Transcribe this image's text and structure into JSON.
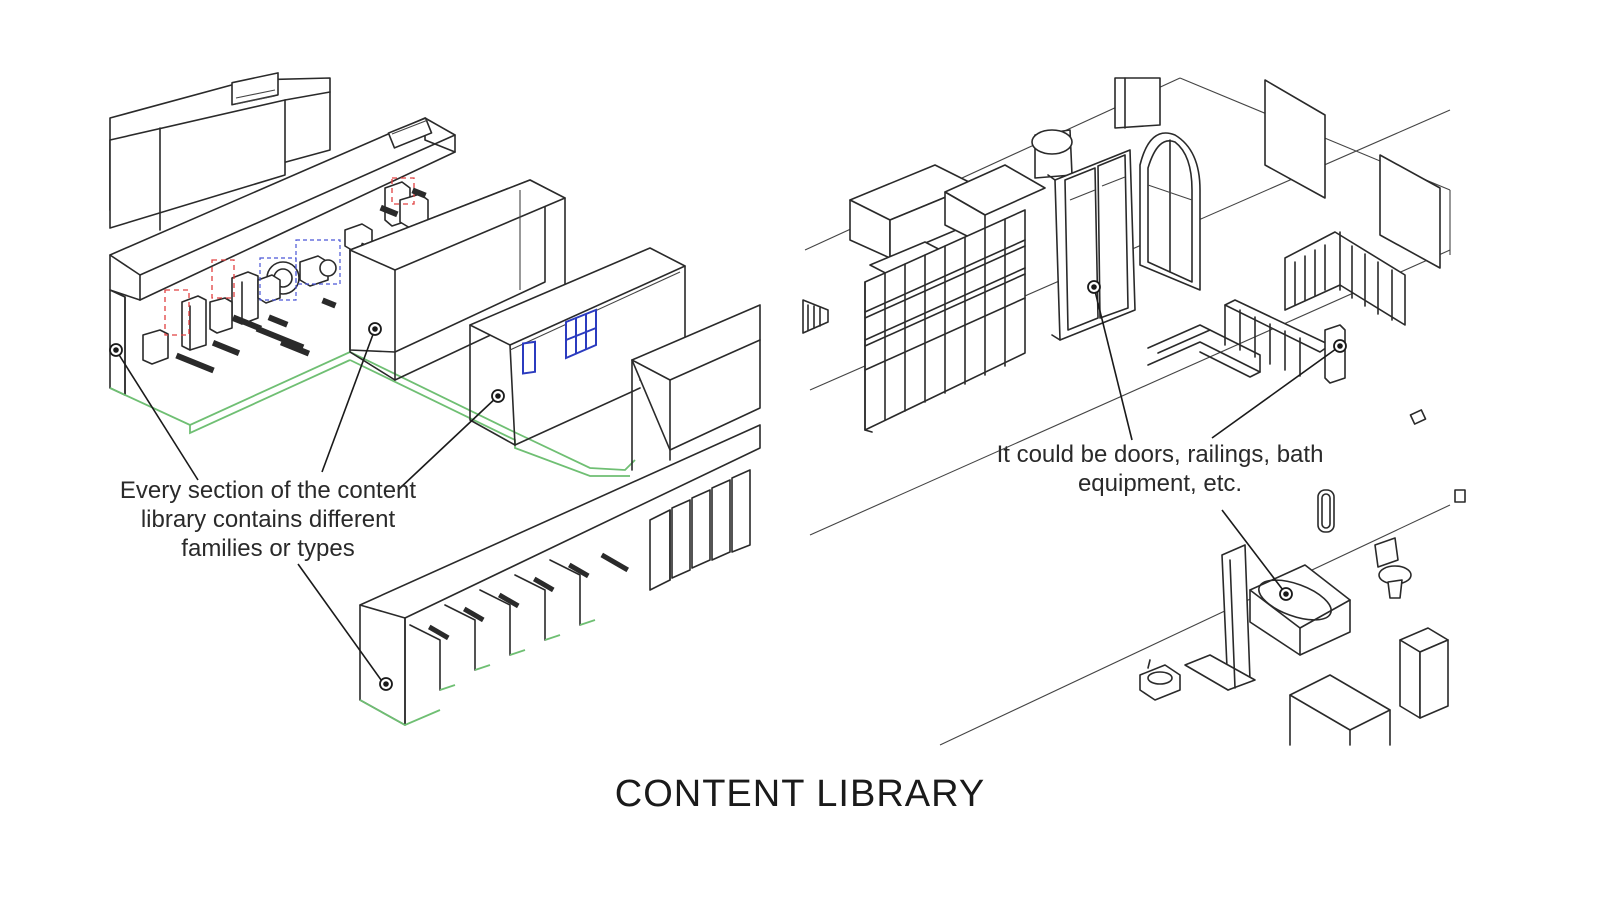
{
  "callouts": {
    "left": "Every section of the content library contains different families or types",
    "right": "It could be doors, railings, bath equipment, etc."
  },
  "title": "CONTENT LIBRARY",
  "colors": {
    "line": "#2a2a2a",
    "floor_outline": "#6fbf73",
    "dashed_equipment": "#e04040",
    "window": "#2b3bbf"
  }
}
